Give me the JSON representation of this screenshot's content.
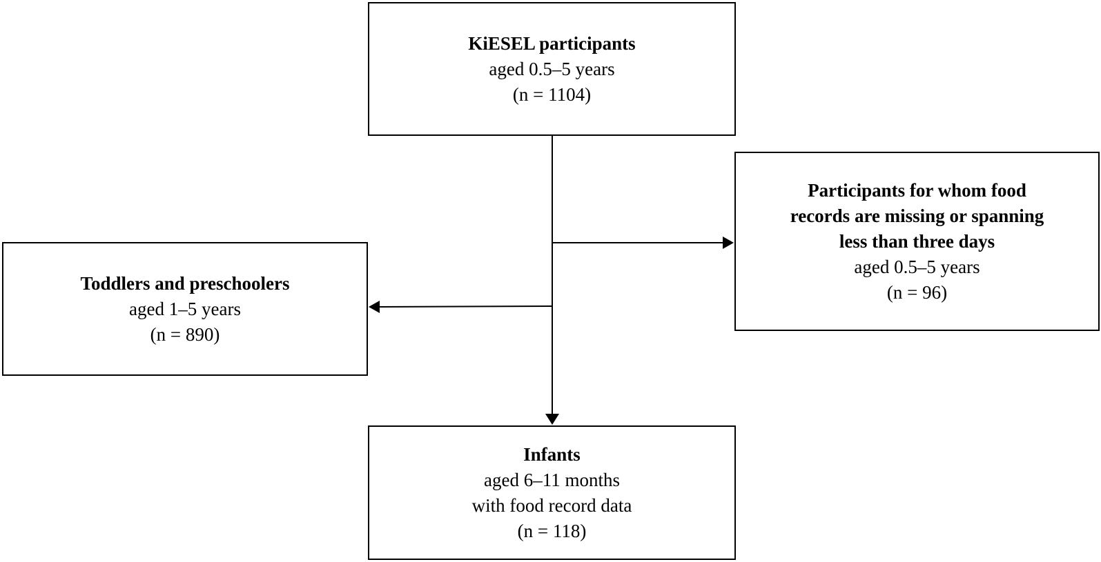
{
  "diagram": {
    "nodes": {
      "kiesel": {
        "title": "KiESEL participants",
        "line1": "aged 0.5–5 years",
        "line2": "(n = 1104)"
      },
      "excluded": {
        "title_line1": "Participants for whom food",
        "title_line2": "records are missing or spanning",
        "title_line3": "less than three days",
        "line1": "aged 0.5–5 years",
        "line2": "(n = 96)"
      },
      "toddlers": {
        "title": "Toddlers and preschoolers",
        "line1": "aged 1–5 years",
        "line2": "(n = 890)"
      },
      "infants": {
        "title": "Infants",
        "line1": "aged 6–11 months",
        "line2": "with food record data",
        "line3": "(n = 118)"
      }
    },
    "edges": [
      {
        "from": "kiesel",
        "to": "excluded"
      },
      {
        "from": "kiesel",
        "to": "toddlers"
      },
      {
        "from": "kiesel",
        "to": "infants"
      }
    ]
  }
}
